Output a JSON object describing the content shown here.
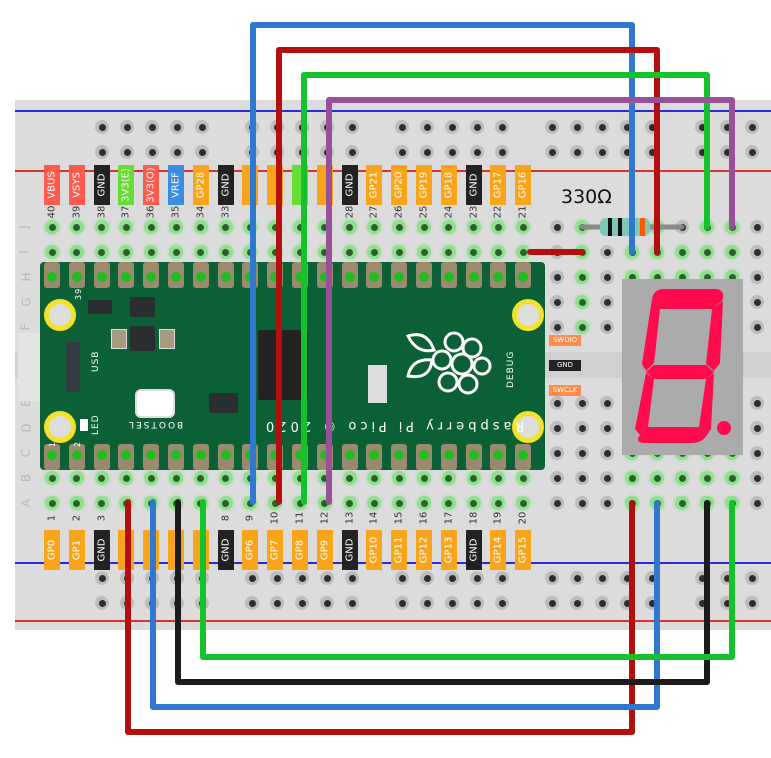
{
  "pico": {
    "top_pins": [
      {
        "num": "40",
        "label": "VBUS",
        "color": "#ff5a4f"
      },
      {
        "num": "39",
        "label": "VSYS",
        "color": "#ff5a4f"
      },
      {
        "num": "38",
        "label": "GND",
        "color": "#222222"
      },
      {
        "num": "37",
        "label": "3V3(E)",
        "color": "#66dd33"
      },
      {
        "num": "36",
        "label": "3V3(O)",
        "color": "#ff5a4f"
      },
      {
        "num": "35",
        "label": "VREF",
        "color": "#3a8ee0"
      },
      {
        "num": "34",
        "label": "GP28",
        "color": "#f8a51c"
      },
      {
        "num": "33",
        "label": "GND",
        "color": "#222222"
      },
      {
        "num": "",
        "label": "",
        "color": "#f8a51c"
      },
      {
        "num": "",
        "label": "",
        "color": "#f8a51c"
      },
      {
        "num": "",
        "label": "",
        "color": "#66dd33"
      },
      {
        "num": "",
        "label": "",
        "color": "#f8a51c"
      },
      {
        "num": "28",
        "label": "GND",
        "color": "#222222"
      },
      {
        "num": "27",
        "label": "GP21",
        "color": "#f8a51c"
      },
      {
        "num": "26",
        "label": "GP20",
        "color": "#f8a51c"
      },
      {
        "num": "25",
        "label": "GP19",
        "color": "#f8a51c"
      },
      {
        "num": "24",
        "label": "GP18",
        "color": "#f8a51c"
      },
      {
        "num": "23",
        "label": "GND",
        "color": "#222222"
      },
      {
        "num": "22",
        "label": "GP17",
        "color": "#f8a51c"
      },
      {
        "num": "21",
        "label": "GP16",
        "color": "#f8a51c"
      }
    ],
    "bottom_pins": [
      {
        "num": "1",
        "label": "GP0",
        "color": "#f8a51c"
      },
      {
        "num": "2",
        "label": "GP1",
        "color": "#f8a51c"
      },
      {
        "num": "3",
        "label": "GND",
        "color": "#222222"
      },
      {
        "num": "",
        "label": "",
        "color": "#f8a51c"
      },
      {
        "num": "",
        "label": "",
        "color": "#f8a51c"
      },
      {
        "num": "",
        "label": "",
        "color": "#f8a51c"
      },
      {
        "num": "",
        "label": "",
        "color": "#f8a51c"
      },
      {
        "num": "8",
        "label": "GND",
        "color": "#222222"
      },
      {
        "num": "9",
        "label": "GP6",
        "color": "#f8a51c"
      },
      {
        "num": "10",
        "label": "GP7",
        "color": "#f8a51c"
      },
      {
        "num": "11",
        "label": "GP8",
        "color": "#f8a51c"
      },
      {
        "num": "12",
        "label": "GP9",
        "color": "#f8a51c"
      },
      {
        "num": "13",
        "label": "GND",
        "color": "#222222"
      },
      {
        "num": "14",
        "label": "GP10",
        "color": "#f8a51c"
      },
      {
        "num": "15",
        "label": "GP11",
        "color": "#f8a51c"
      },
      {
        "num": "16",
        "label": "GP12",
        "color": "#f8a51c"
      },
      {
        "num": "17",
        "label": "GP13",
        "color": "#f8a51c"
      },
      {
        "num": "18",
        "label": "GND",
        "color": "#222222"
      },
      {
        "num": "19",
        "label": "GP14",
        "color": "#f8a51c"
      },
      {
        "num": "20",
        "label": "GP15",
        "color": "#f8a51c"
      }
    ],
    "board_text": {
      "usb": "USB",
      "led": "LED",
      "bootsel": "BOOTSEL",
      "debug": "DEBUG",
      "brand": "Raspberry Pi Pico © 2020",
      "pin39": "39",
      "pin1": "1",
      "pin2": "2"
    },
    "debug_pins": [
      {
        "label": "SWDIO",
        "color": "#ff8c4a"
      },
      {
        "label": "GND",
        "color": "#222222"
      },
      {
        "label": "SWCLK",
        "color": "#ff8c4a"
      }
    ]
  },
  "breadboard": {
    "row_letters_top": [
      "J",
      "I",
      "H",
      "G",
      "F"
    ],
    "row_letters_bottom": [
      "E",
      "D",
      "C",
      "B",
      "A"
    ]
  },
  "resistor": {
    "label": "330Ω"
  },
  "colors": {
    "wire_blue": "#2f78cf",
    "wire_red": "#b40f0f",
    "wire_green": "#16c22b",
    "wire_purple": "#9a4f9a",
    "wire_black": "#1b1b1b",
    "segment": "#ff0a4d"
  }
}
